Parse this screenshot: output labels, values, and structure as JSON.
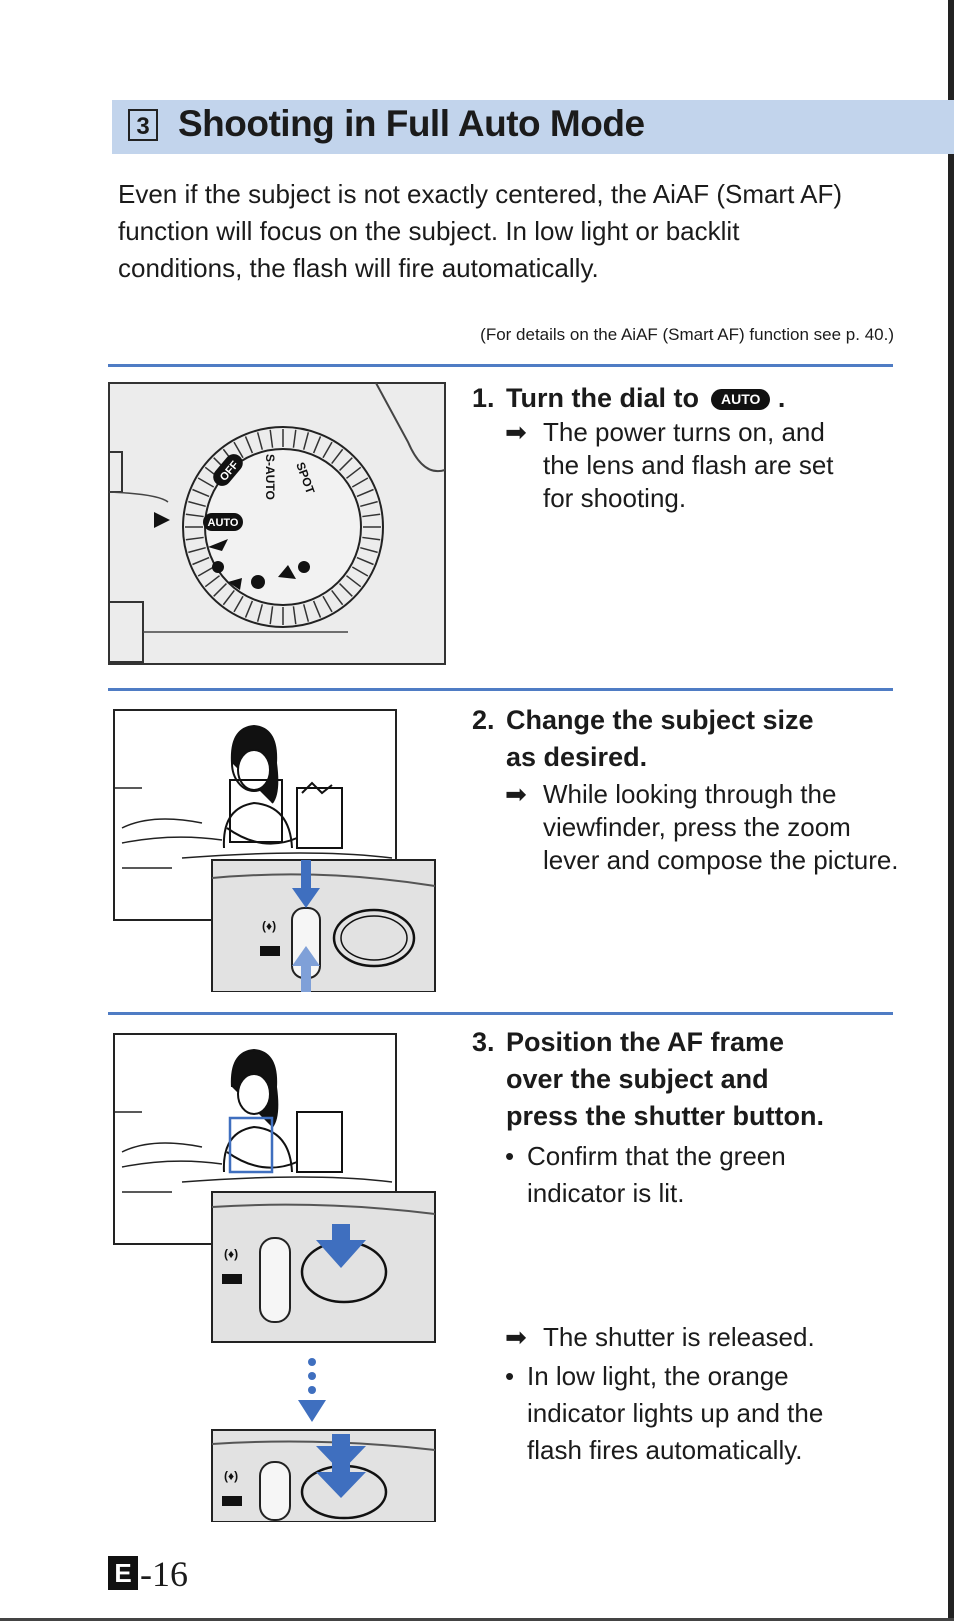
{
  "heading": {
    "number": "3",
    "title": "Shooting in Full Auto Mode"
  },
  "intro": {
    "text": "Even if the subject is not exactly centered, the AiAF (Smart AF) function will focus on the subject. In low light or backlit conditions, the flash will fire automatically.",
    "note": "(For details on the AiAF (Smart AF) function see p. 40.)"
  },
  "steps": [
    {
      "number": "1.",
      "title": "Turn the dial to",
      "title_suffix": ".",
      "badge": "AUTO",
      "result_marker": "➡",
      "result": "The power turns on, and the lens and flash are set for shooting."
    },
    {
      "number": "2.",
      "title_line1": "Change the subject size",
      "title_line2": "as desired.",
      "result_marker": "➡",
      "result": "While looking through the viewfinder, press the zoom lever and compose the picture."
    },
    {
      "number": "3.",
      "title_line1": "Position the AF frame",
      "title_line2": "over the subject and",
      "title_line3": "press the shutter button.",
      "bullet_marker": "•",
      "bullet": "Confirm that the green indicator is lit.",
      "result_marker": "➡",
      "result": "The shutter is released.",
      "bullet2": "In low light, the orange indicator lights up and the flash fires automatically."
    }
  ],
  "dial_labels": {
    "auto": "AUTO",
    "off": "OFF",
    "sauto": "S-AUTO",
    "spot": "SPOT"
  },
  "page": {
    "section_letter": "E",
    "number": "-16"
  },
  "colors": {
    "accent": "#4f7cc4",
    "heading_bg": "#c2d4ec",
    "arrow_blue": "#3f6fbf"
  }
}
